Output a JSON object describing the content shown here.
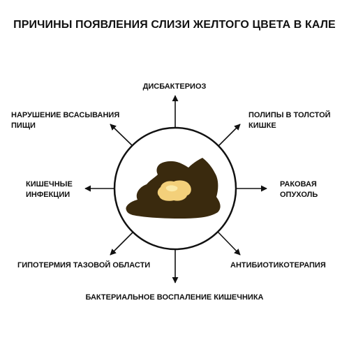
{
  "title": "ПРИЧИНЫ ПОЯВЛЕНИЯ СЛИЗИ ЖЕЛТОГО ЦВЕТА В КАЛЕ",
  "causes": {
    "dysbacteriosis": "ДИСБАКТЕРИОЗ",
    "malabsorption_line1": "НАРУШЕНИЕ ВСАСЫВАНИЯ",
    "malabsorption_line2": "ПИЩИ",
    "polyps_line1": "ПОЛИПЫ В ТОЛСТОЙ",
    "polyps_line2": "КИШКЕ",
    "infections_line1": "КИШЕЧНЫЕ",
    "infections_line2": "ИНФЕКЦИИ",
    "tumor_line1": "РАКОВАЯ",
    "tumor_line2": "ОПУХОЛЬ",
    "hypothermia": "ГИПОТЕРМИЯ ТАЗОВОЙ ОБЛАСТИ",
    "antibiotics": "АНТИБИОТИКОТЕРАПИЯ",
    "inflammation": "БАКТЕРИАЛЬНОЕ ВОСПАЛЕНИЕ КИШЕЧНИКА"
  },
  "colors": {
    "stool": "#3a2a0e",
    "mucus": "#f3d07a",
    "mucus_highlight": "#fbeaa8",
    "line": "#111111"
  }
}
